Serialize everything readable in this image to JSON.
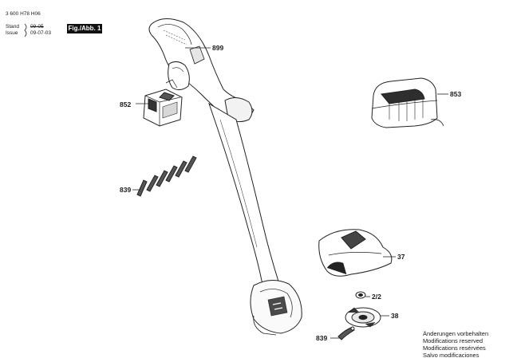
{
  "header": {
    "drawing_number": "3 600 H78 H06",
    "stand_label": "Stand",
    "stand_value": "09-05",
    "issue_label": "Issue",
    "issue_value": "09-07-03",
    "fig_label": "Fig./Abb. 1"
  },
  "parts": [
    {
      "id": "p899",
      "label": "899"
    },
    {
      "id": "p852",
      "label": "852"
    },
    {
      "id": "p853",
      "label": "853"
    },
    {
      "id": "p839a",
      "label": "839"
    },
    {
      "id": "p37",
      "label": "37"
    },
    {
      "id": "p2_2",
      "label": "2/2"
    },
    {
      "id": "p38",
      "label": "38"
    },
    {
      "id": "p839b",
      "label": "839"
    }
  ],
  "notes": [
    "Änderungen vorbehalten",
    "Modifications reserved",
    "Modifications resérvées",
    "Salvo modificaciones"
  ]
}
